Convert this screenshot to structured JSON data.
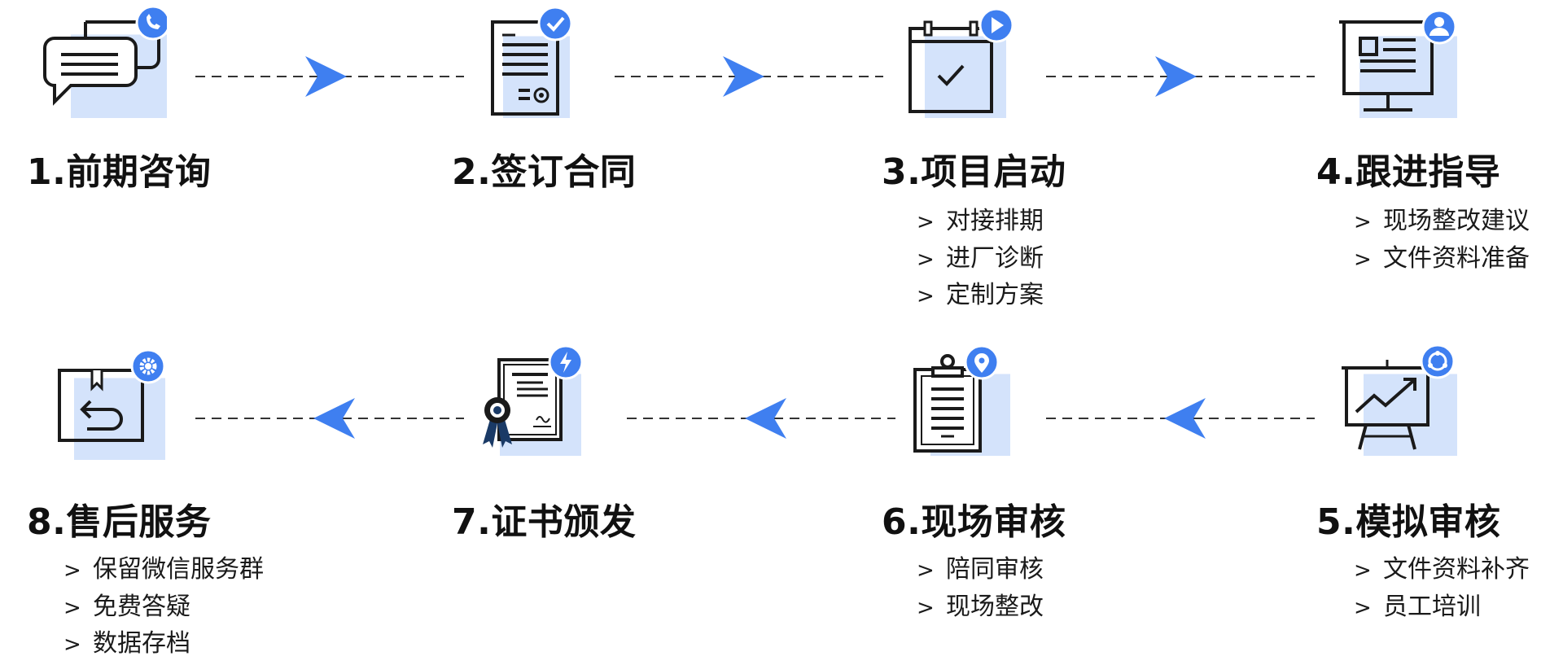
{
  "colors": {
    "accent": "#3f7ff0",
    "tint": "#d4e3fb",
    "line": "#1a1a1a",
    "dash": "#333333"
  },
  "steps": [
    {
      "title": "1.前期咨询",
      "icon": "chat-bubble-icon",
      "badge": "phone-icon",
      "items": []
    },
    {
      "title": "2.签订合同",
      "icon": "contract-document-icon",
      "badge": "check-icon",
      "items": []
    },
    {
      "title": "3.项目启动",
      "icon": "calendar-check-icon",
      "badge": "play-icon",
      "items": [
        "对接排期",
        "进厂诊断",
        "定制方案"
      ]
    },
    {
      "title": "4.跟进指导",
      "icon": "monitor-icon",
      "badge": "user-icon",
      "items": [
        "现场整改建议",
        "文件资料准备"
      ]
    },
    {
      "title": "5.模拟审核",
      "icon": "presentation-board-icon",
      "badge": "refresh-icon",
      "items": [
        "文件资料补齐",
        "员工培训"
      ]
    },
    {
      "title": "6.现场审核",
      "icon": "clipboard-icon",
      "badge": "location-pin-icon",
      "items": [
        "陪同审核",
        "现场整改"
      ]
    },
    {
      "title": "7.证书颁发",
      "icon": "certificate-icon",
      "badge": "lightning-icon",
      "items": []
    },
    {
      "title": "8.售后服务",
      "icon": "package-return-icon",
      "badge": "gear-icon",
      "items": [
        "保留微信服务群",
        "免费答疑",
        "数据存档"
      ]
    }
  ],
  "chevron": ">"
}
